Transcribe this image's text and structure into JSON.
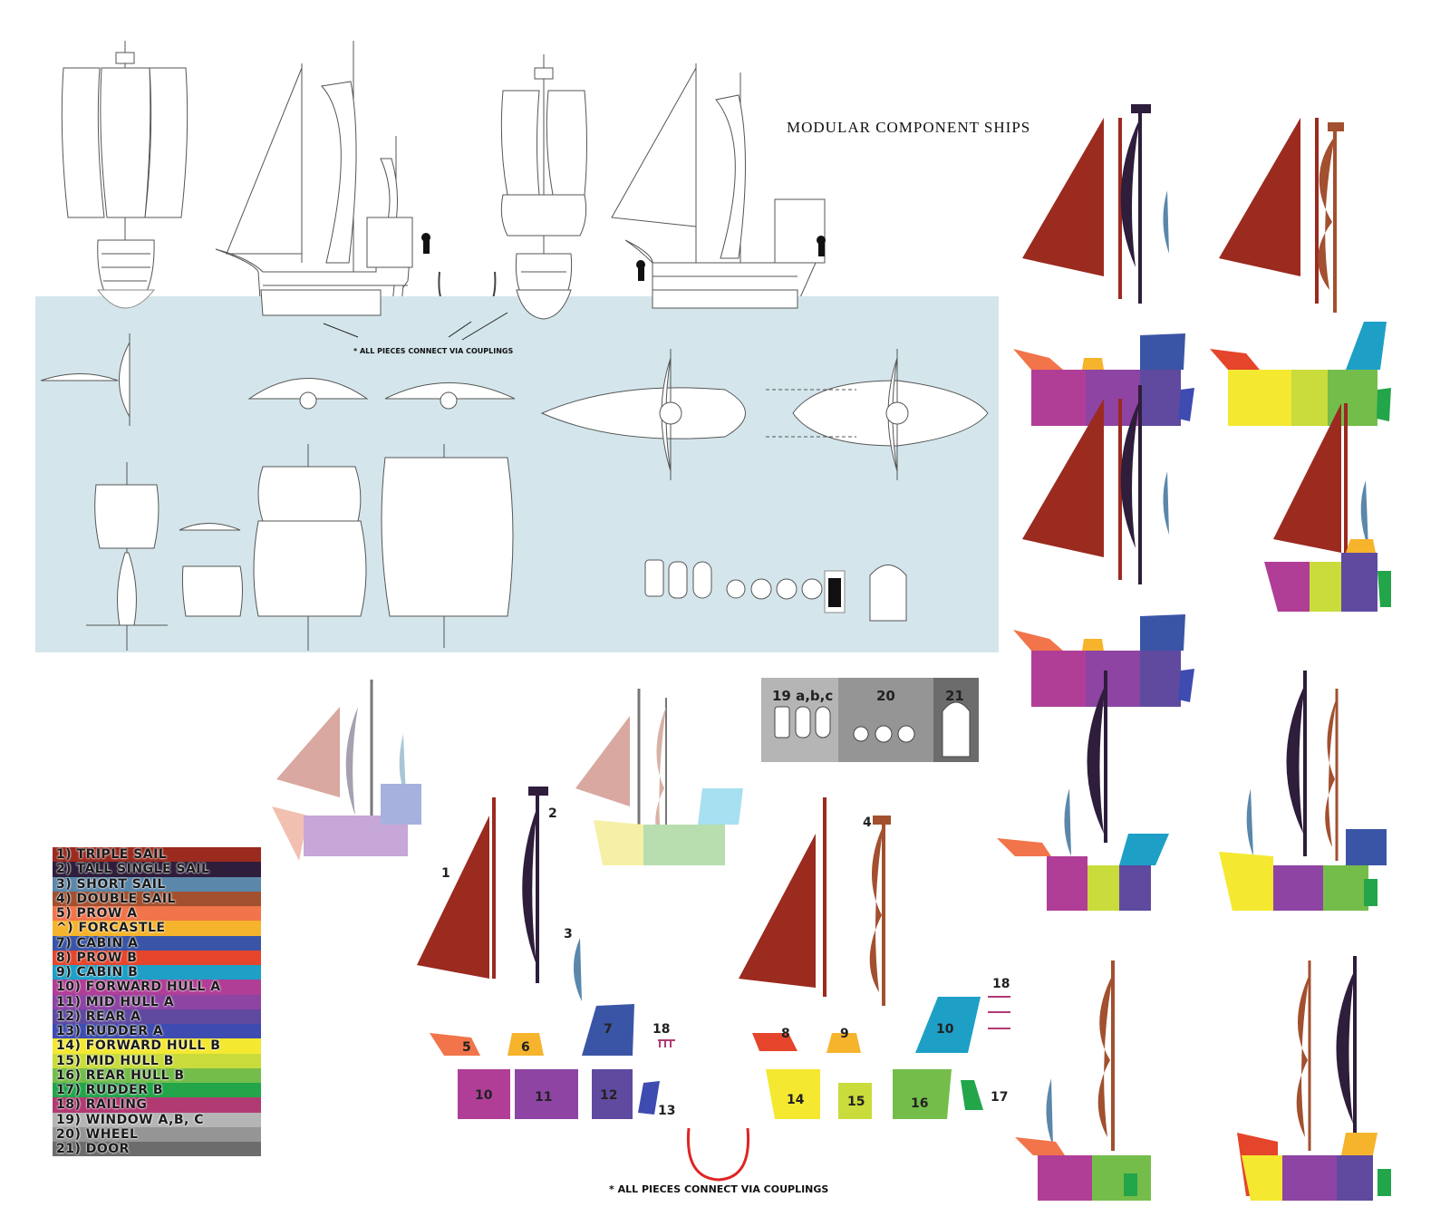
{
  "title": "MODULAR COMPONENT SHIPS",
  "coupling_note_top": "* ALL PIECES CONNECT VIA COUPLINGS",
  "coupling_note_bottom": "* ALL PIECES CONNECT VIA COUPLINGS",
  "legend": [
    {
      "label": "1) TRIPLE SAIL",
      "color": "#9b2a1f"
    },
    {
      "label": "2) TALL SINGLE SAIL",
      "color": "#2e1d3b"
    },
    {
      "label": "3) SHORT SAIL",
      "color": "#5a87aa"
    },
    {
      "label": "4) DOUBLE SAIL",
      "color": "#a2502f"
    },
    {
      "label": "5) PROW A",
      "color": "#f1744a"
    },
    {
      "label": "^) FORCASTLE",
      "color": "#f6b42c"
    },
    {
      "label": "7) CABIN A",
      "color": "#3b55a6"
    },
    {
      "label": "8) PROW B",
      "color": "#e5452b"
    },
    {
      "label": "9) CABIN B",
      "color": "#1e9fc6"
    },
    {
      "label": "10) FORWARD HULL A",
      "color": "#b03e97"
    },
    {
      "label": "11) MID HULL A",
      "color": "#8e44a3"
    },
    {
      "label": "12) REAR A",
      "color": "#5f4aa0"
    },
    {
      "label": "13) RUDDER A",
      "color": "#3e4bb0"
    },
    {
      "label": "14) FORWARD HULL B",
      "color": "#f4e830"
    },
    {
      "label": "15) MID HULL B",
      "color": "#c9dc3b"
    },
    {
      "label": "16) REAR HULL B",
      "color": "#74bd4a"
    },
    {
      "label": "17) RUDDER B",
      "color": "#23a54a"
    },
    {
      "label": "18) RAILING",
      "color": "#b23a73"
    },
    {
      "label": "19) WINDOW A,B, C",
      "color": "#b5b5b5"
    },
    {
      "label": "20) WHEEL",
      "color": "#959595"
    },
    {
      "label": "21) DOOR",
      "color": "#6c6c6c"
    }
  ],
  "parts_box": {
    "label_a": "19 a,b,c",
    "label_b": "20",
    "label_c": "21"
  },
  "part_numbers": [
    "1",
    "2",
    "3",
    "4",
    "5",
    "6",
    "7",
    "8",
    "9",
    "10",
    "11",
    "12",
    "13",
    "14",
    "15",
    "16",
    "17",
    "18",
    "18"
  ]
}
